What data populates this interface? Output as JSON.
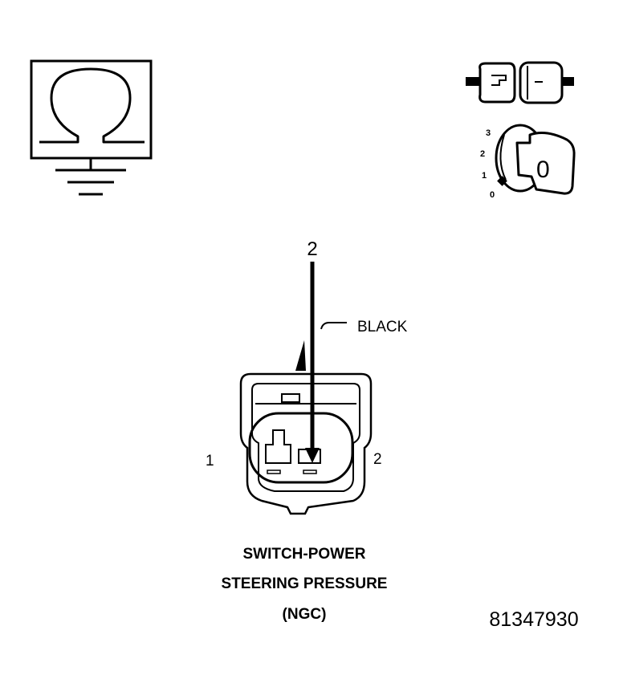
{
  "ohmmeter": {
    "symbol": "Ω"
  },
  "ignition": {
    "positions": [
      "3",
      "2",
      "1",
      "0"
    ],
    "selected_position": "0",
    "key_label": "0"
  },
  "probe": {
    "pin_number": "2"
  },
  "wire": {
    "color_label": "BLACK"
  },
  "connector": {
    "pin_left_label": "1",
    "pin_right_label": "2"
  },
  "caption": {
    "line1": "SWITCH-POWER",
    "line2": "STEERING PRESSURE",
    "line3": "(NGC)"
  },
  "figure_id": "81347930"
}
